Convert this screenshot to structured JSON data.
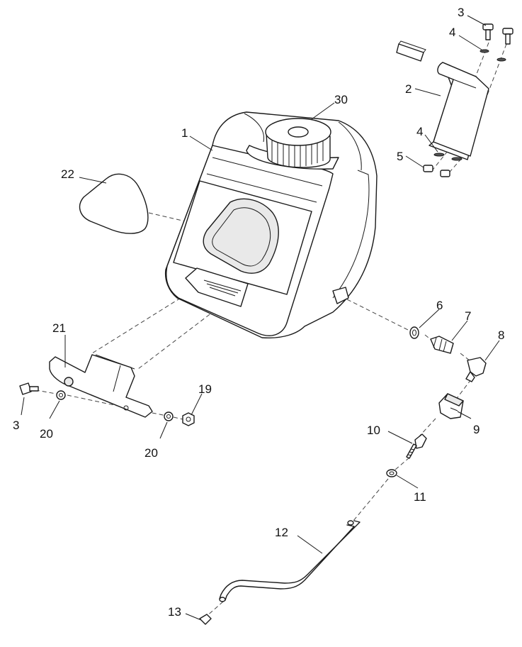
{
  "callouts": {
    "c1": "1",
    "c2": "2",
    "c3a": "3",
    "c3b": "3",
    "c4a": "4",
    "c4b": "4",
    "c5": "5",
    "c6": "6",
    "c7": "7",
    "c8": "8",
    "c9": "9",
    "c10": "10",
    "c11": "11",
    "c12": "12",
    "c13": "13",
    "c19": "19",
    "c20a": "20",
    "c20b": "20",
    "c21": "21",
    "c22": "22",
    "c30": "30"
  }
}
